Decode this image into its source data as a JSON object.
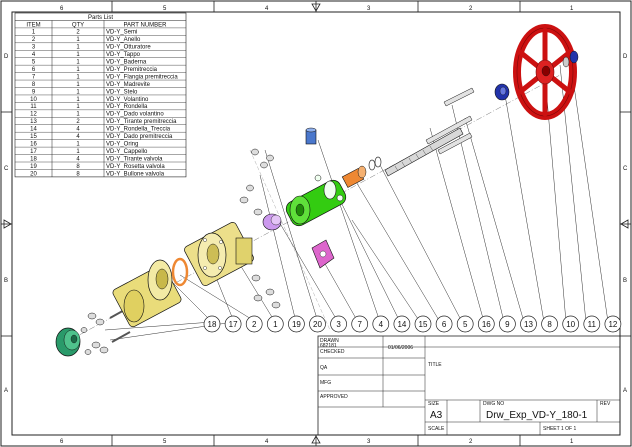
{
  "border": {
    "top_numbers": [
      "6",
      "5",
      "4",
      "3",
      "2",
      "1"
    ],
    "bottom_numbers": [
      "6",
      "5",
      "4",
      "3",
      "2",
      "1"
    ],
    "side_letters": [
      "D",
      "C",
      "B",
      "A"
    ]
  },
  "parts_list": {
    "title": "Parts List",
    "headers": [
      "ITEM",
      "QTY",
      "PART NUMBER"
    ],
    "rows": [
      [
        "1",
        "2",
        "VD-Y_Semi"
      ],
      [
        "2",
        "1",
        "VD-Y_Anello"
      ],
      [
        "3",
        "1",
        "VD-Y_Otturatore"
      ],
      [
        "4",
        "1",
        "VD-Y_Tappo"
      ],
      [
        "5",
        "1",
        "VD-Y_Baderna"
      ],
      [
        "6",
        "1",
        "VD-Y_Premitreccia"
      ],
      [
        "7",
        "1",
        "VD-Y_Flangia premitreccia"
      ],
      [
        "8",
        "1",
        "VD-Y_Madrevite"
      ],
      [
        "9",
        "1",
        "VD-Y_Stelo"
      ],
      [
        "10",
        "1",
        "VD-Y_Volantino"
      ],
      [
        "11",
        "1",
        "VD-Y_Rondella"
      ],
      [
        "12",
        "1",
        "VD-Y_Dado volantino"
      ],
      [
        "13",
        "2",
        "VD-Y_Tirante premitreccia"
      ],
      [
        "14",
        "4",
        "VD-Y_Rondella_Treccia"
      ],
      [
        "15",
        "4",
        "VD-Y_Dado premitreccia"
      ],
      [
        "16",
        "1",
        "VD-Y_Oring"
      ],
      [
        "17",
        "1",
        "VD-Y_Cappello"
      ],
      [
        "18",
        "4",
        "VD-Y_Tirante valvola"
      ],
      [
        "19",
        "8",
        "VD-Y_Rosetta valvola"
      ],
      [
        "20",
        "8",
        "VD-Y_Bullone valvola"
      ]
    ]
  },
  "balloons": [
    "18",
    "17",
    "2",
    "1",
    "19",
    "20",
    "3",
    "7",
    "4",
    "14",
    "15",
    "6",
    "5",
    "16",
    "9",
    "13",
    "8",
    "10",
    "11",
    "12"
  ],
  "title_block": {
    "drawn_label": "DRAWN",
    "drawn_by": "682181",
    "date": "01/06/2006",
    "checked_label": "CHECKED",
    "qa_label": "QA",
    "mfg_label": "MFG",
    "approved_label": "APPROVED",
    "title_label": "TITLE",
    "size_label": "SIZE",
    "size": "A3",
    "dwg_label": "DWG NO",
    "dwg_no": "Drw_Exp_VD-Y_180-1",
    "rev_label": "REV",
    "scale_label": "SCALE",
    "sheet": "SHEET 1  OF 1"
  },
  "colors": {
    "handwheel": "#cc1111",
    "flange_green": "#33cc11",
    "body_yellow": "#e9dc7a",
    "cap_teal": "#2a9a6a",
    "seat_orange": "#ee8833",
    "gland_magenta": "#dd66cc",
    "nut_blue": "#2233aa",
    "ring_lilac": "#cc99ee"
  }
}
